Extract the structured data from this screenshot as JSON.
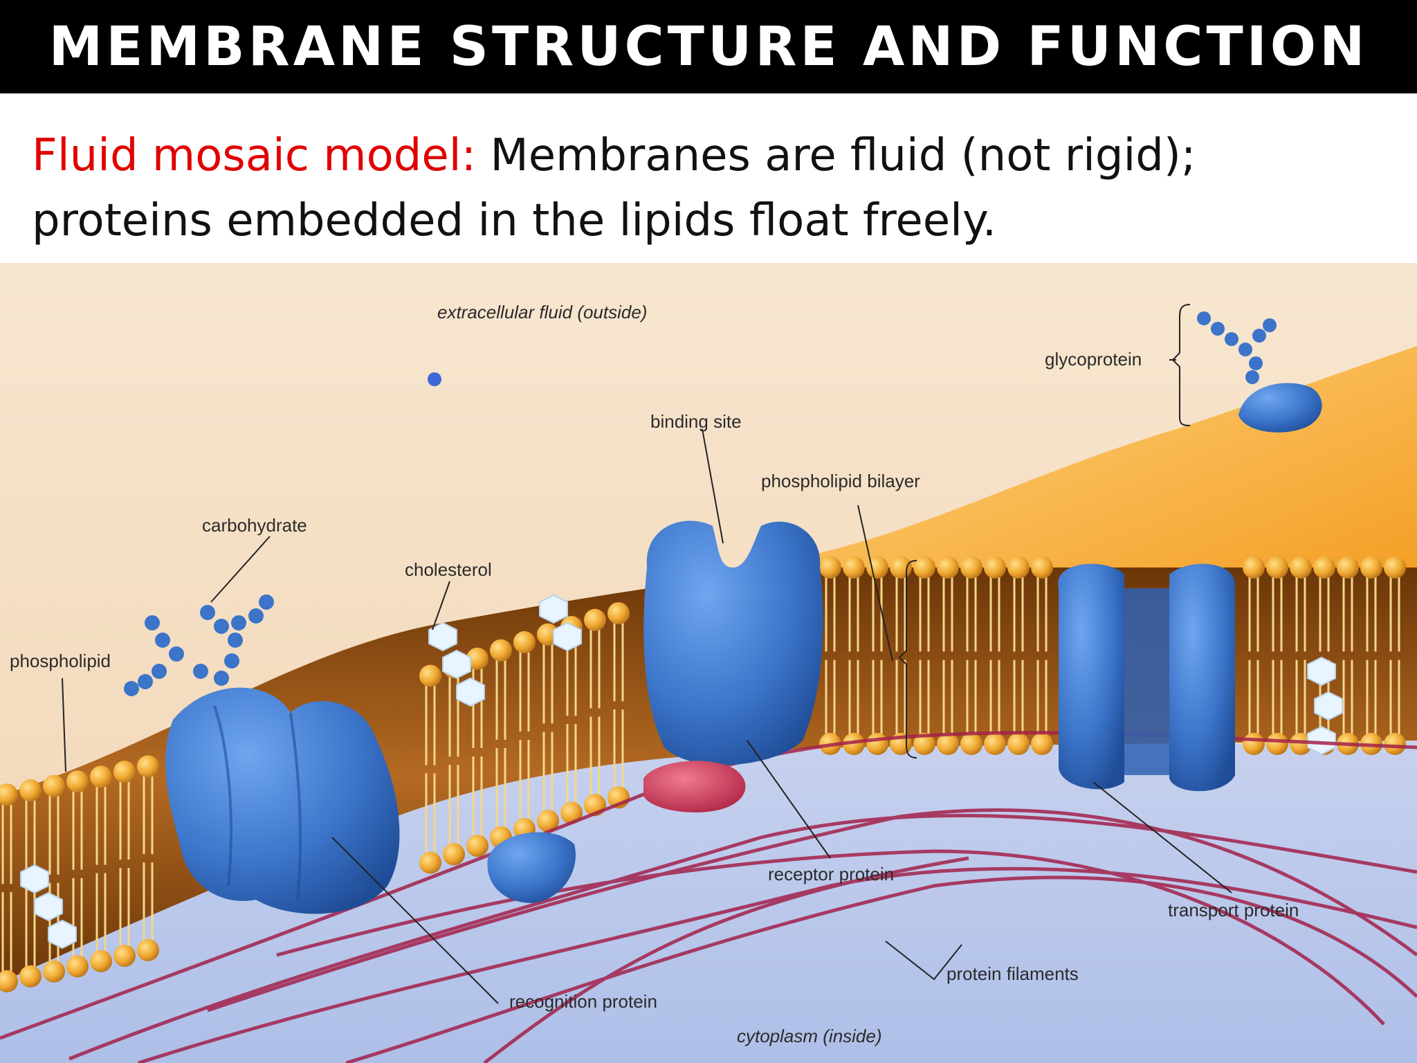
{
  "title": "MEMBRANE STRUCTURE AND FUNCTION",
  "intro": {
    "term": "Fluid mosaic model:",
    "line1_rest": "Membranes are fluid (not rigid);",
    "line2": "proteins embedded in the lipids float freely."
  },
  "diagram": {
    "labels": {
      "extracellular": "extracellular fluid (outside)",
      "glycoprotein": "glycoprotein",
      "binding_site": "binding site",
      "phospholipid_bilayer": "phospholipid bilayer",
      "carbohydrate": "carbohydrate",
      "cholesterol": "cholesterol",
      "phospholipid": "phospholipid",
      "receptor_protein": "receptor protein",
      "transport_protein": "transport protein",
      "protein_filaments": "protein filaments",
      "recognition_protein": "recognition protein",
      "cytoplasm": "cytoplasm (inside)"
    },
    "colors": {
      "protein": "#3b74c9",
      "lipid_head": "#f0a830",
      "membrane_core": "#8a4a12",
      "filament": "#a3214a",
      "extracellular_bg": "#f7e6cf",
      "cytoplasm_bg": "#b9c9ec"
    }
  }
}
